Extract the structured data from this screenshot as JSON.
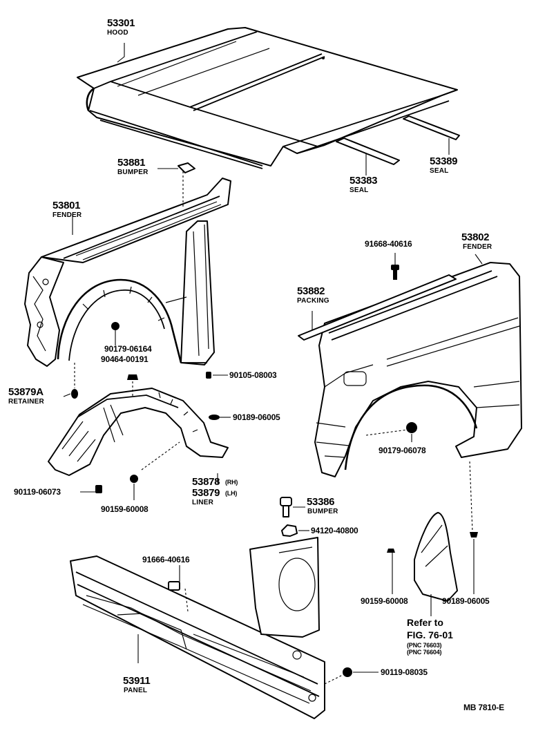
{
  "labels": {
    "hood_num": "53301",
    "hood_name": "HOOD",
    "seal1_num": "53383",
    "seal1_name": "SEAL",
    "seal2_num": "53389",
    "seal2_name": "SEAL",
    "bumper1_num": "53881",
    "bumper1_name": "BUMPER",
    "fenderL_num": "53801",
    "fenderL_name": "FENDER",
    "fenderR_num": "53802",
    "fenderR_name": "FENDER",
    "bolt_top_right": "91668-40616",
    "packing_num": "53882",
    "packing_name": "PACKING",
    "clip_06164": "90179-06164",
    "clip_00191": "90464-00191",
    "screw_08003": "90105-08003",
    "retainer_num": "53879A",
    "retainer_name": "RETAINER",
    "clip_06005a": "90189-06005",
    "clip_06078": "90179-06078",
    "screw_06073": "90119-06073",
    "liner_rh": "53878",
    "liner_rh_tag": "(RH)",
    "liner_lh": "53879",
    "liner_lh_tag": "(LH)",
    "liner_name": "LINER",
    "screw_60008a": "90159-60008",
    "bumper2_num": "53386",
    "bumper2_name": "BUMPER",
    "nut_40800": "94120-40800",
    "bolt_bottom": "91666-40616",
    "screw_60008b": "90159-60008",
    "clip_06005b": "90189-06005",
    "ref_line1": "Refer to",
    "ref_line2": "FIG. 76-01",
    "ref_pnc1": "(PNC 76603)",
    "ref_pnc2": "(PNC 76604)",
    "panel_num": "53911",
    "panel_name": "PANEL",
    "screw_08035": "90119-08035",
    "figure_code": "MB  7810-E"
  },
  "icons": [
    "bolt-icon",
    "clip-icon",
    "nut-icon",
    "screw-icon"
  ],
  "colors": {
    "ink": "#000000",
    "paper": "#ffffff"
  }
}
